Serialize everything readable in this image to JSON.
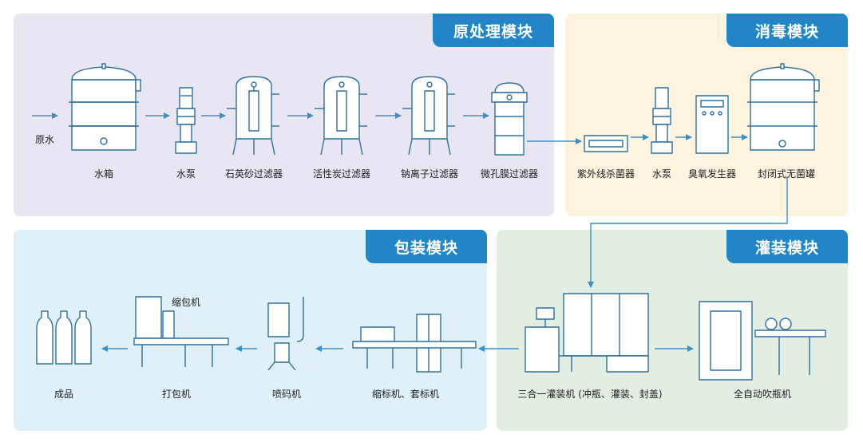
{
  "colors": {
    "line": "#2f6f9f",
    "arrow": "#3a8fcc",
    "tab": "#2185c6",
    "pretreat_bg": "#e8e6f3",
    "disinfect_bg": "#fdf3df",
    "packing_bg": "#dff0f9",
    "filling_bg": "#e3eee3",
    "equip_fill": "#ffffff"
  },
  "modules": {
    "pretreatment": "原处理模块",
    "disinfection": "消毒模块",
    "packing": "包装模块",
    "filling": "灌装模块"
  },
  "pretreatment": {
    "raw_water": "原水",
    "water_tank": "水箱",
    "water_pump": "水泵",
    "quartz_filter": "石英砂过滤器",
    "carbon_filter": "活性炭过滤器",
    "sodium_filter": "钠离子过滤器",
    "micro_filter": "微孔膜过滤器"
  },
  "disinfection": {
    "uv_sterilizer": "紫外线杀菌器",
    "water_pump": "水泵",
    "ozone_generator": "臭氧发生器",
    "sealed_tank": "封闭式无菌罐"
  },
  "filling": {
    "filler": "三合一灌装机 (冲瓶、灌装、封盖)",
    "blow_molder": "全自动吹瓶机"
  },
  "packing": {
    "labeler": "缩标机、套标机",
    "coder": "喷码机",
    "packer": "打包机",
    "shrink_packer": "缩包机",
    "product": "成品"
  },
  "icons": [
    "tank-icon",
    "pump-icon",
    "filter-vessel-icon",
    "uv-sterilizer-icon",
    "ozone-generator-icon",
    "filling-machine-icon",
    "blow-molder-icon",
    "labeler-icon",
    "coder-icon",
    "packer-icon",
    "bottle-icon"
  ]
}
